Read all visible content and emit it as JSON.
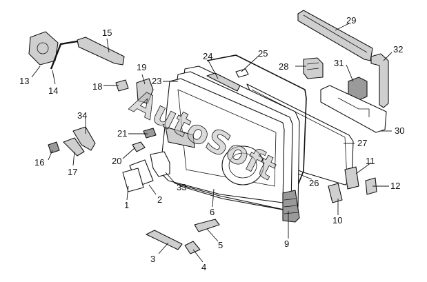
{
  "diagram": {
    "watermark": "AutoSoft",
    "callouts": [
      "1",
      "2",
      "3",
      "4",
      "5",
      "6",
      "9",
      "10",
      "11",
      "12",
      "13",
      "14",
      "15",
      "16",
      "17",
      "18",
      "19",
      "20",
      "21",
      "23",
      "24",
      "25",
      "26",
      "27",
      "28",
      "29",
      "30",
      "31",
      "32",
      "33",
      "34"
    ]
  }
}
